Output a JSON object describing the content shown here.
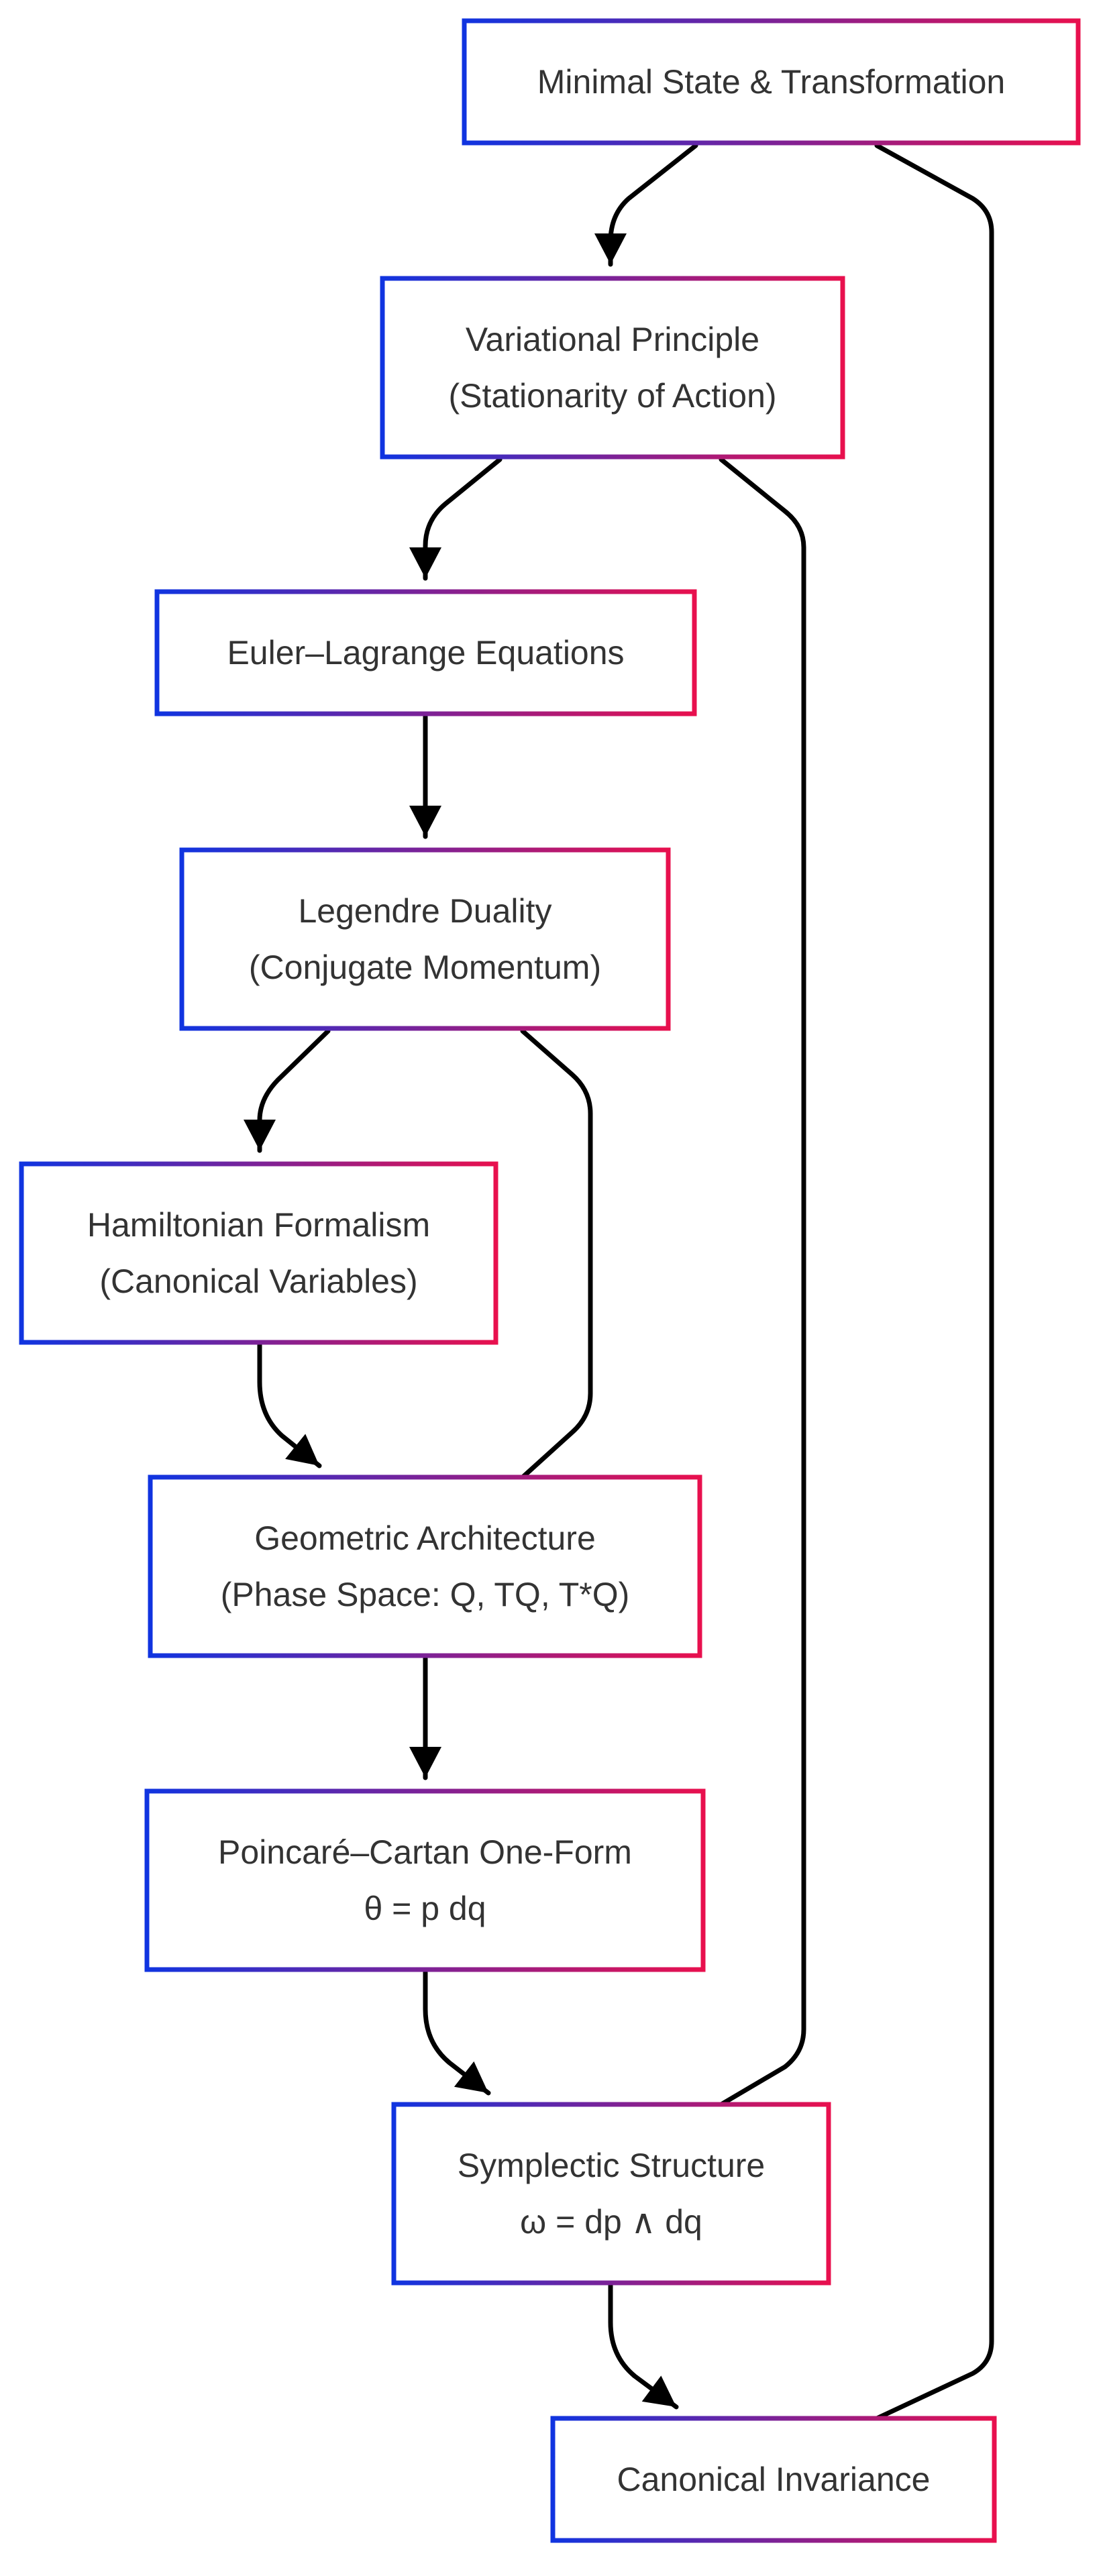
{
  "colors": {
    "box_gradient_start": "#1034e0",
    "box_gradient_end": "#e8104e",
    "box_fill": "#ffffff",
    "text": "#333333",
    "edge": "#000000"
  },
  "nodes": [
    {
      "id": "minimal-state",
      "lines": [
        "Minimal State & Transformation"
      ]
    },
    {
      "id": "variational-principle",
      "lines": [
        "Variational Principle",
        "(Stationarity of Action)"
      ]
    },
    {
      "id": "euler-lagrange",
      "lines": [
        "Euler–Lagrange Equations"
      ]
    },
    {
      "id": "legendre-duality",
      "lines": [
        "Legendre Duality",
        "(Conjugate Momentum)"
      ]
    },
    {
      "id": "hamiltonian-formalism",
      "lines": [
        "Hamiltonian Formalism",
        "(Canonical Variables)"
      ]
    },
    {
      "id": "geometric-architecture",
      "lines": [
        "Geometric Architecture",
        "(Phase Space: Q, TQ, T*Q)"
      ]
    },
    {
      "id": "poincare-cartan",
      "lines": [
        "Poincaré–Cartan One-Form",
        "θ = p dq"
      ]
    },
    {
      "id": "symplectic-structure",
      "lines": [
        "Symplectic Structure",
        "ω = dp ∧ dq"
      ]
    },
    {
      "id": "canonical-invariance",
      "lines": [
        "Canonical Invariance"
      ]
    }
  ],
  "edges": [
    {
      "from": "minimal-state",
      "to": "variational-principle",
      "arrow": true
    },
    {
      "from": "minimal-state",
      "to": "canonical-invariance",
      "arrow": false
    },
    {
      "from": "variational-principle",
      "to": "euler-lagrange",
      "arrow": true
    },
    {
      "from": "variational-principle",
      "to": "symplectic-structure",
      "arrow": false
    },
    {
      "from": "euler-lagrange",
      "to": "legendre-duality",
      "arrow": true
    },
    {
      "from": "legendre-duality",
      "to": "hamiltonian-formalism",
      "arrow": true
    },
    {
      "from": "legendre-duality",
      "to": "geometric-architecture",
      "arrow": false
    },
    {
      "from": "hamiltonian-formalism",
      "to": "geometric-architecture",
      "arrow": true
    },
    {
      "from": "geometric-architecture",
      "to": "poincare-cartan",
      "arrow": true
    },
    {
      "from": "poincare-cartan",
      "to": "symplectic-structure",
      "arrow": true
    },
    {
      "from": "symplectic-structure",
      "to": "canonical-invariance",
      "arrow": true
    }
  ]
}
